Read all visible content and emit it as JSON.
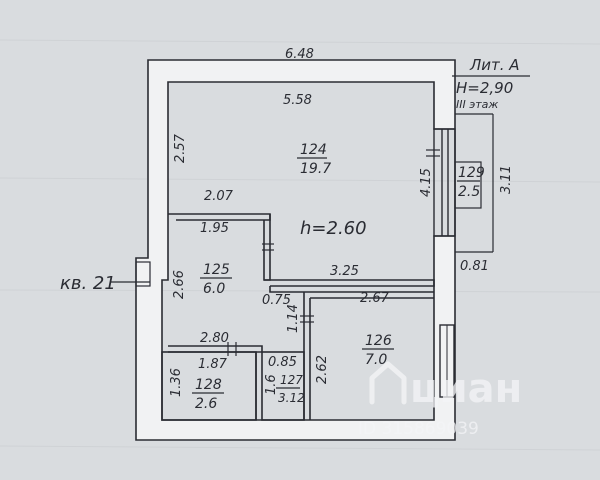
{
  "header": {
    "lit": "Лит. А",
    "height": "Н=2,90",
    "floor": "III этаж"
  },
  "apartment": {
    "label": "кв. 21",
    "ceiling": "h=2.60"
  },
  "dimensions": {
    "outer_top": "6.48",
    "inner_top": "5.58",
    "left_upper": "2.57",
    "hall_top": "2.07",
    "right_wall": "4.15",
    "right_ext": "3.11",
    "right_bottom": "0.81",
    "room125_top": "1.95",
    "room125_left": "2.66",
    "corridor": "3.25",
    "passage": "0.75",
    "passage_h": "1.14",
    "room126_top": "2.67",
    "room126_left": "2.62",
    "room125_bottom": "2.80",
    "room128_top": "1.87",
    "room128_left": "1.36",
    "room127_top": "0.85",
    "room127_left": "1.6"
  },
  "rooms": [
    {
      "id": "124",
      "area": "19.7"
    },
    {
      "id": "129",
      "area": "2.5"
    },
    {
      "id": "125",
      "area": "6.0"
    },
    {
      "id": "126",
      "area": "7.0"
    },
    {
      "id": "128",
      "area": "2.6"
    },
    {
      "id": "127",
      "area": "3.12"
    }
  ],
  "watermark": {
    "brand": "циан",
    "id": "ID 315869039"
  },
  "colors": {
    "paper": "#d9dcdf",
    "ink": "#2a2c33",
    "wall_fill": "#f1f2f3"
  }
}
